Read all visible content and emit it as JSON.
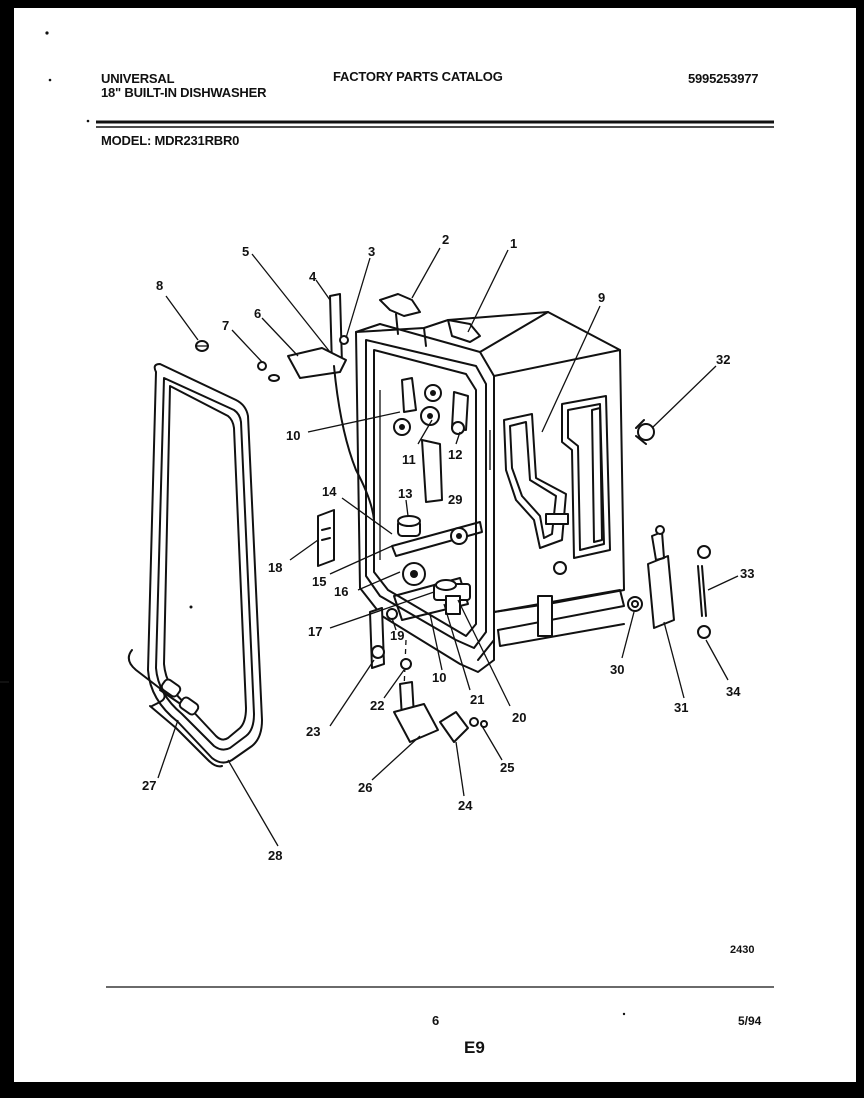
{
  "header": {
    "brand": "UNIVERSAL",
    "product": "18\" BUILT-IN DISHWASHER",
    "catalog_title": "FACTORY PARTS CATALOG",
    "catalog_number": "5995253977",
    "model_line": "MODEL: MDR231RBR0"
  },
  "diagram": {
    "part_labels": [
      "1",
      "2",
      "3",
      "4",
      "5",
      "6",
      "7",
      "8",
      "9",
      "10",
      "10",
      "11",
      "12",
      "13",
      "14",
      "15",
      "16",
      "17",
      "18",
      "19",
      "20",
      "21",
      "22",
      "23",
      "24",
      "25",
      "26",
      "27",
      "28",
      "29",
      "30",
      "31",
      "32",
      "33",
      "34"
    ],
    "drawing_number": "2430"
  },
  "footer": {
    "page_number": "6",
    "date": "5/94",
    "section_code": "E9"
  }
}
